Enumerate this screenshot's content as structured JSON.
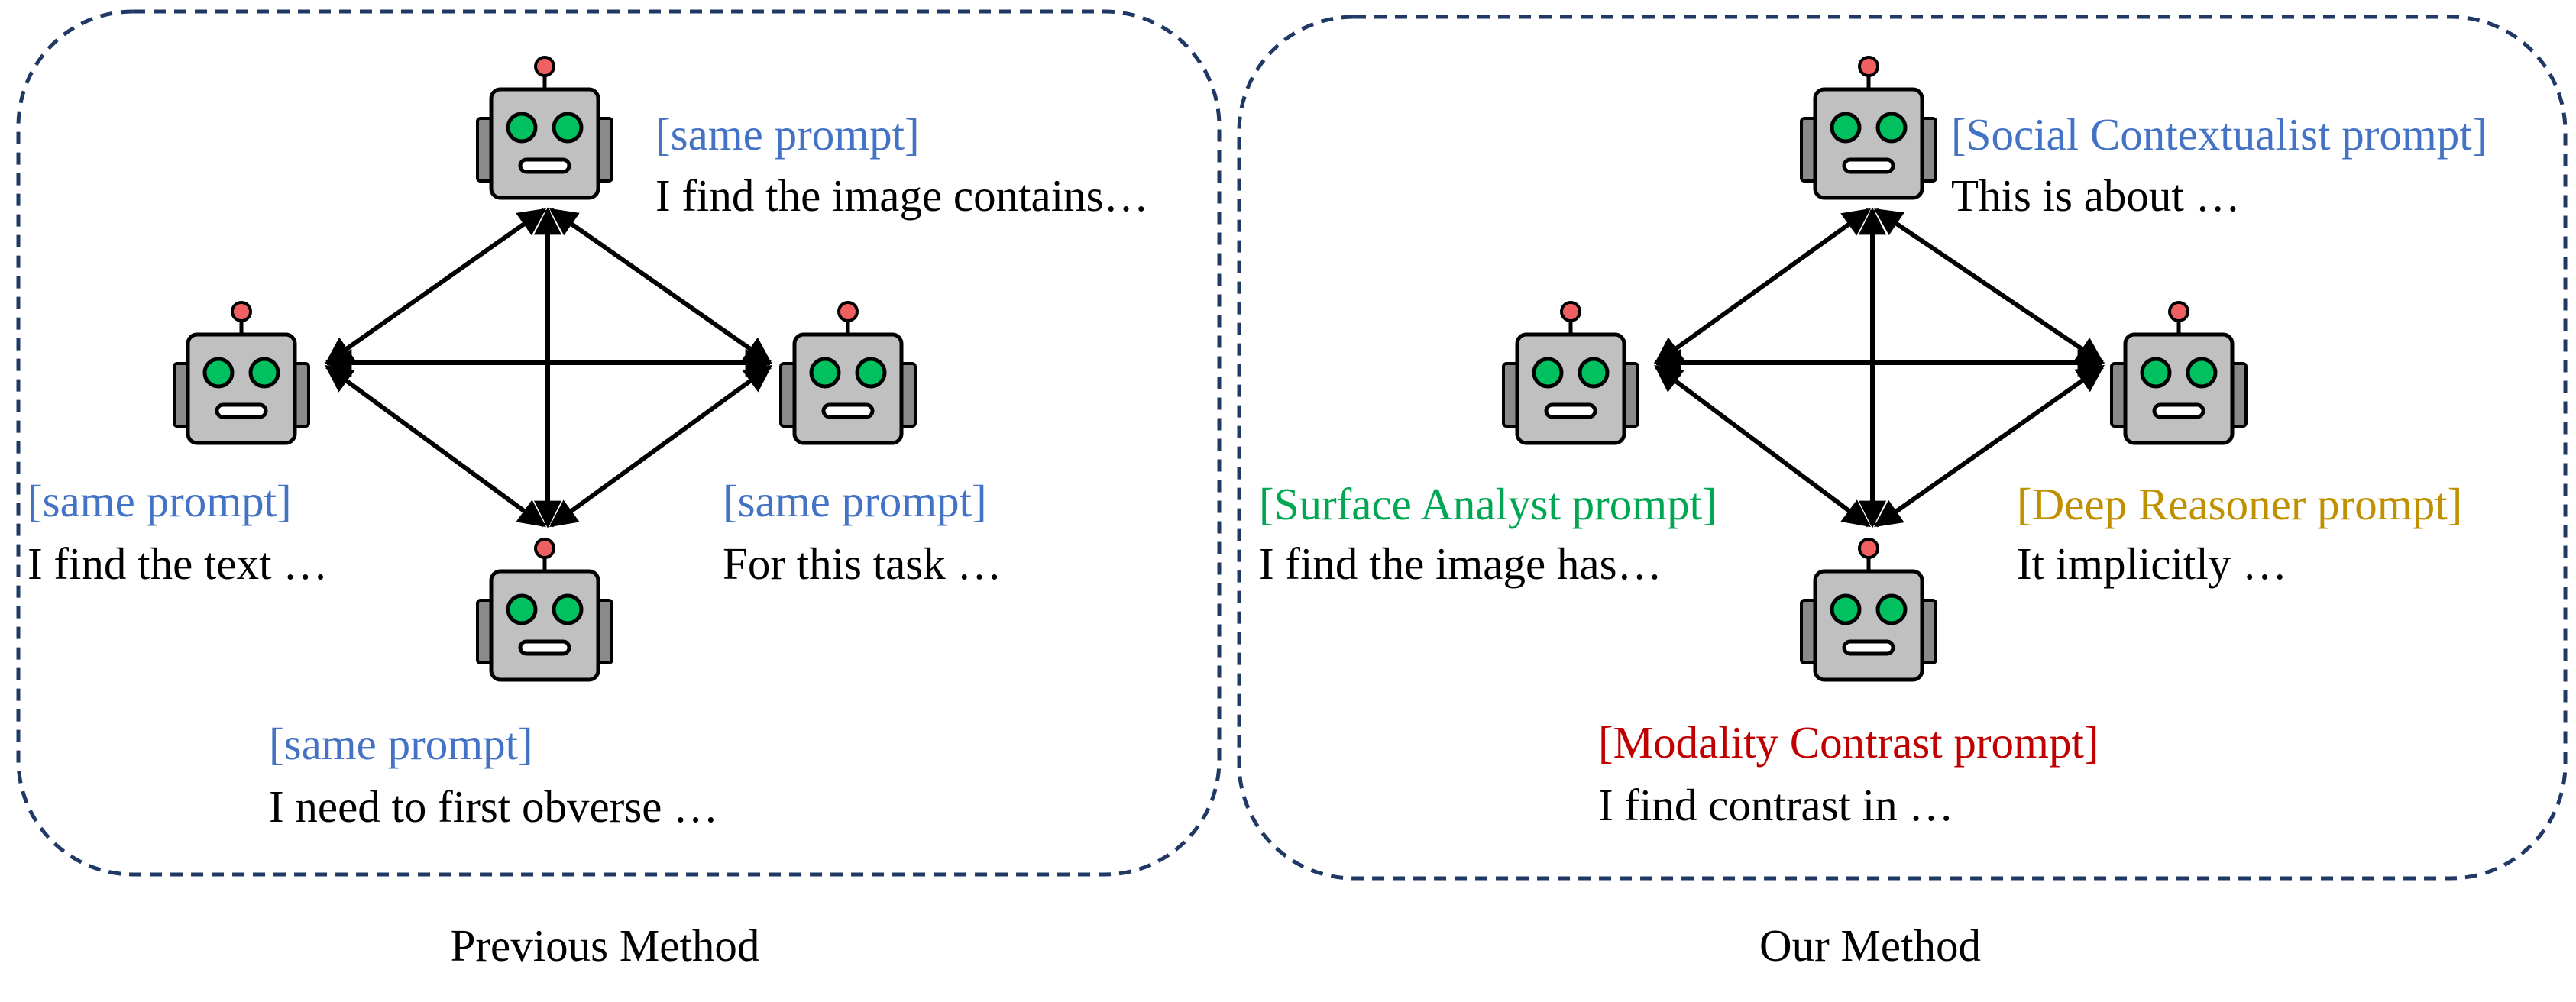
{
  "colors": {
    "panel_border": "#1f3864",
    "default_prompt": "#4472c4",
    "surface_analyst": "#00a651",
    "deep_reasoner": "#bf9000",
    "modality_contrast": "#c00000",
    "social_contextualist": "#4472c4",
    "robot_body": "#c0c0c0",
    "robot_eye": "#00c060",
    "robot_antenna": "#f06060"
  },
  "panels": [
    {
      "caption": "Previous Method",
      "agents": [
        {
          "prompt": "[same prompt]",
          "text": "I find the image contains…",
          "color": "#4472c4"
        },
        {
          "prompt": "[same prompt]",
          "text": "I find the text …",
          "color": "#4472c4"
        },
        {
          "prompt": "[same prompt]",
          "text": "For this task …",
          "color": "#4472c4"
        },
        {
          "prompt": "[same prompt]",
          "text": "I need to first obverse …",
          "color": "#4472c4"
        }
      ]
    },
    {
      "caption": "Our Method",
      "agents": [
        {
          "prompt": "[Social Contextualist prompt]",
          "text": "This is about  …",
          "color": "#4472c4"
        },
        {
          "prompt": "[Surface Analyst prompt]",
          "text": "I find the image has…",
          "color": "#00a651"
        },
        {
          "prompt": "[Deep Reasoner prompt]",
          "text": "It implicitly …",
          "color": "#bf9000"
        },
        {
          "prompt": "[Modality Contrast prompt]",
          "text": "I find contrast in  …",
          "color": "#c00000"
        }
      ]
    }
  ]
}
